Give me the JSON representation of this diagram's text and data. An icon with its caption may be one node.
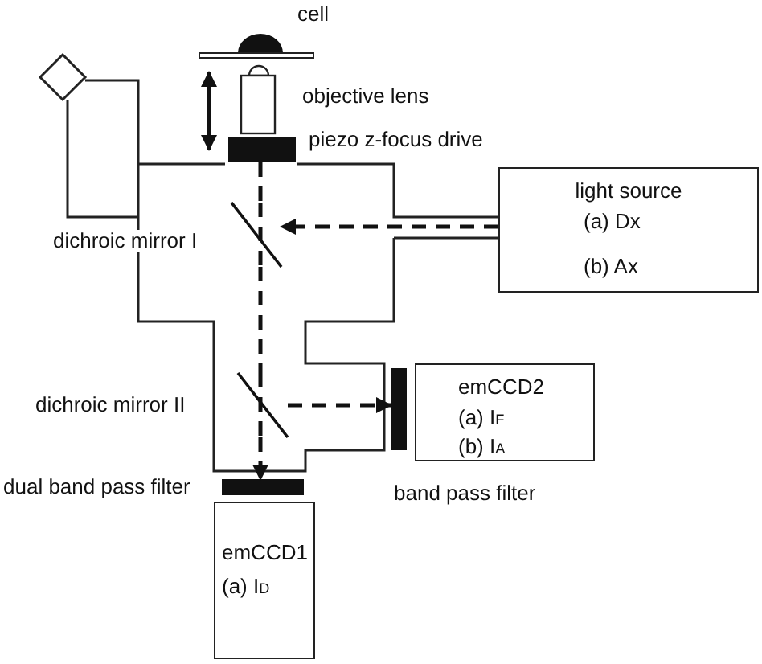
{
  "diagram": {
    "nodes": [
      {
        "text": [],
        "shape": "bar",
        "beside": [
          "piezo z-focus drive"
        ]
      },
      {
        "text": [
          "light source",
          "(a) Dx",
          "(b) Ax"
        ]
      },
      {
        "text": [],
        "shape": "line",
        "beside": [
          "dichroic mirror I"
        ]
      },
      {
        "text": [],
        "shape": "line",
        "beside": [
          "dichroic mirror II"
        ]
      },
      {
        "text": [],
        "shape": "bar",
        "beside": [
          "band pass filter"
        ]
      },
      {
        "text": [
          "emCCD2",
          "(a) I$_{F}$",
          "(b) I$_{A}$"
        ]
      },
      {
        "text": [],
        "shape": "bar",
        "beside": [
          "dual band pass filter"
        ]
      },
      {
        "text": [
          "emCCD1",
          "(a) I$_{D}$"
        ]
      }
    ],
    "edges": [
      {
        "from": 1,
        "to": 2,
        "arrow": "to",
        "style": "dashed"
      },
      {
        "from": 0,
        "to": 2,
        "arrow": "none",
        "style": "dashed"
      },
      {
        "from": 2,
        "to": 3,
        "arrow": "none",
        "style": "dashed"
      },
      {
        "from": 3,
        "to": 6,
        "arrow": "to",
        "style": "dashed"
      },
      {
        "from": 3,
        "to": 4,
        "arrow": "to",
        "style": "dashed"
      }
    ],
    "labels": [
      "cell",
      "objective lens"
    ]
  }
}
